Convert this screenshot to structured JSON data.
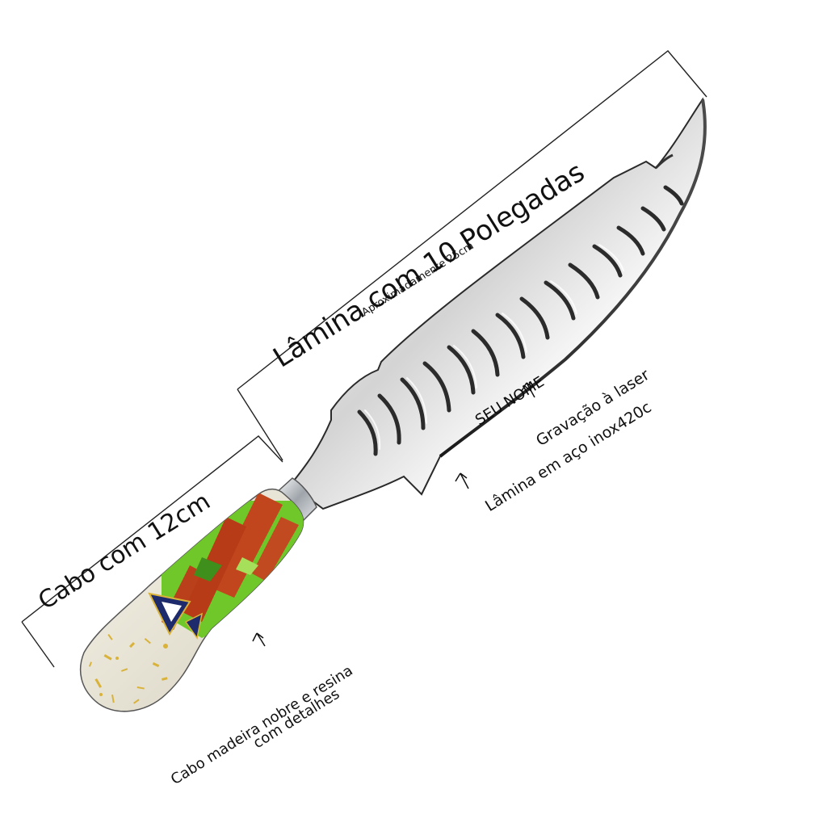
{
  "blade": {
    "title": "Lâmina com 10 Polegadas",
    "subtitle": "Aproximadamente 25cm",
    "engraving_sample": "SEU NOME",
    "engraving_label": "Gravação à laser",
    "steel_label_line1": "Lâmina em aço inox420c"
  },
  "handle": {
    "title": "Cabo com 12cm",
    "description_line1": "Cabo madeira nobre e resina",
    "description_line2": "com detalhes"
  },
  "colors": {
    "text": "#111111",
    "blade_steel": "#d9d9d9",
    "handle_green": "#6fc72a",
    "handle_wood": "#c2461d",
    "handle_resin_gold": "#d9b23a",
    "bolster": "#bfc4c9"
  }
}
